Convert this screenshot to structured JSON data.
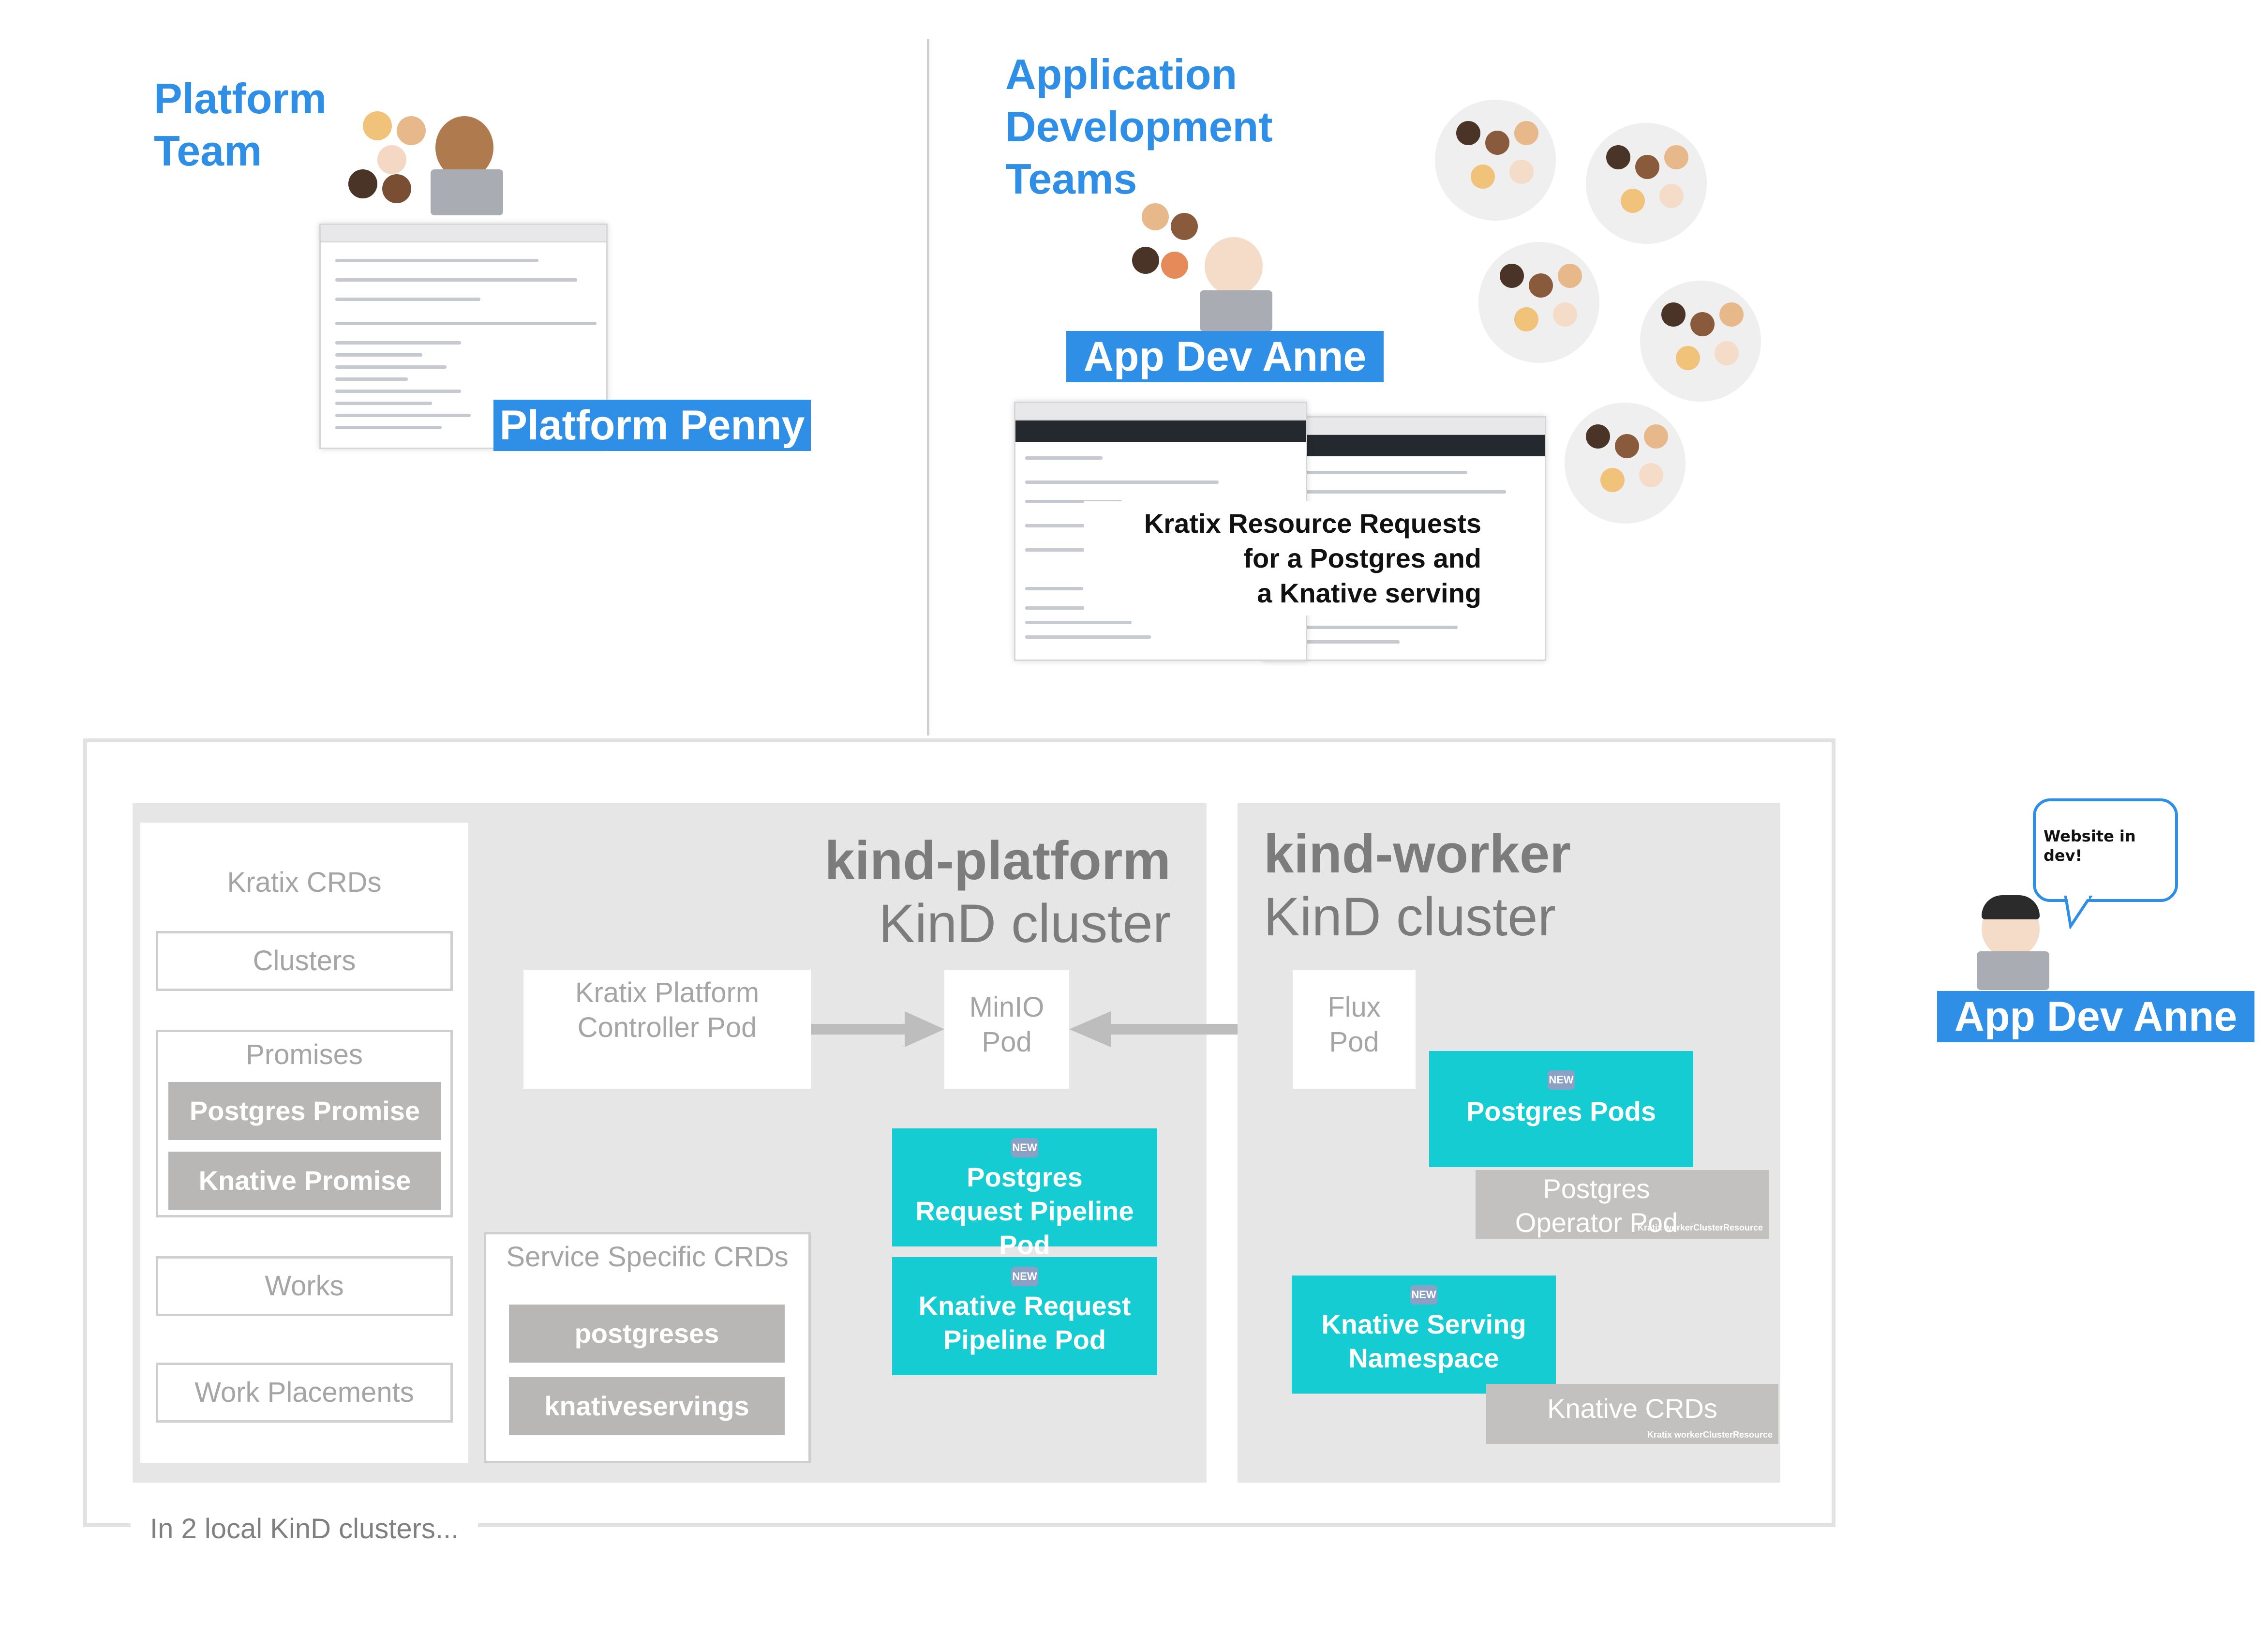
{
  "platform_team": {
    "title_line1": "Platform",
    "title_line2": "Team",
    "penny_label": "Platform Penny"
  },
  "app_teams": {
    "title_line1": "Application",
    "title_line2": "Development",
    "title_line3": "Teams",
    "anne_label": "App Dev Anne",
    "resource_requests_line1": "Kratix Resource Requests",
    "resource_requests_line2": "for a Postgres and",
    "resource_requests_line3": "a Knative serving"
  },
  "platform_cluster": {
    "title": "kind-platform",
    "subtitle": "KinD cluster",
    "kratix_crds": {
      "title": "Kratix CRDs",
      "clusters": "Clusters",
      "promises_title": "Promises",
      "postgres_promise": "Postgres Promise",
      "knative_promise": "Knative Promise",
      "works": "Works",
      "work_placements": "Work Placements"
    },
    "controller_pod": "Kratix Platform Controller Pod",
    "minio_pod": "MinIO Pod",
    "service_crds": {
      "title": "Service Specific CRDs",
      "postgreses": "postgreses",
      "knativeservings": "knativeservings"
    },
    "postgres_pipeline": "Postgres Request Pipeline Pod",
    "knative_pipeline": "Knative Request Pipeline Pod"
  },
  "worker_cluster": {
    "title": "kind-worker",
    "subtitle": "KinD cluster",
    "flux_pod": "Flux Pod",
    "postgres_pods": "Postgres Pods",
    "postgres_operator": "Postgres Operator Pod",
    "knative_namespace": "Knative Serving Namespace",
    "knative_crds": "Knative CRDs",
    "worker_resource_tag": "Kratix workerClusterResource"
  },
  "new_badge": "NEW",
  "footer_caption": "In 2 local KinD clusters...",
  "side": {
    "anne_label": "App Dev Anne",
    "speech": "Website in dev!"
  },
  "colors": {
    "blue": "#2f8fe6",
    "cyan": "#15ccd2",
    "chip_gray": "#b9b7b6",
    "cluster_bg": "#e6e6e6"
  }
}
